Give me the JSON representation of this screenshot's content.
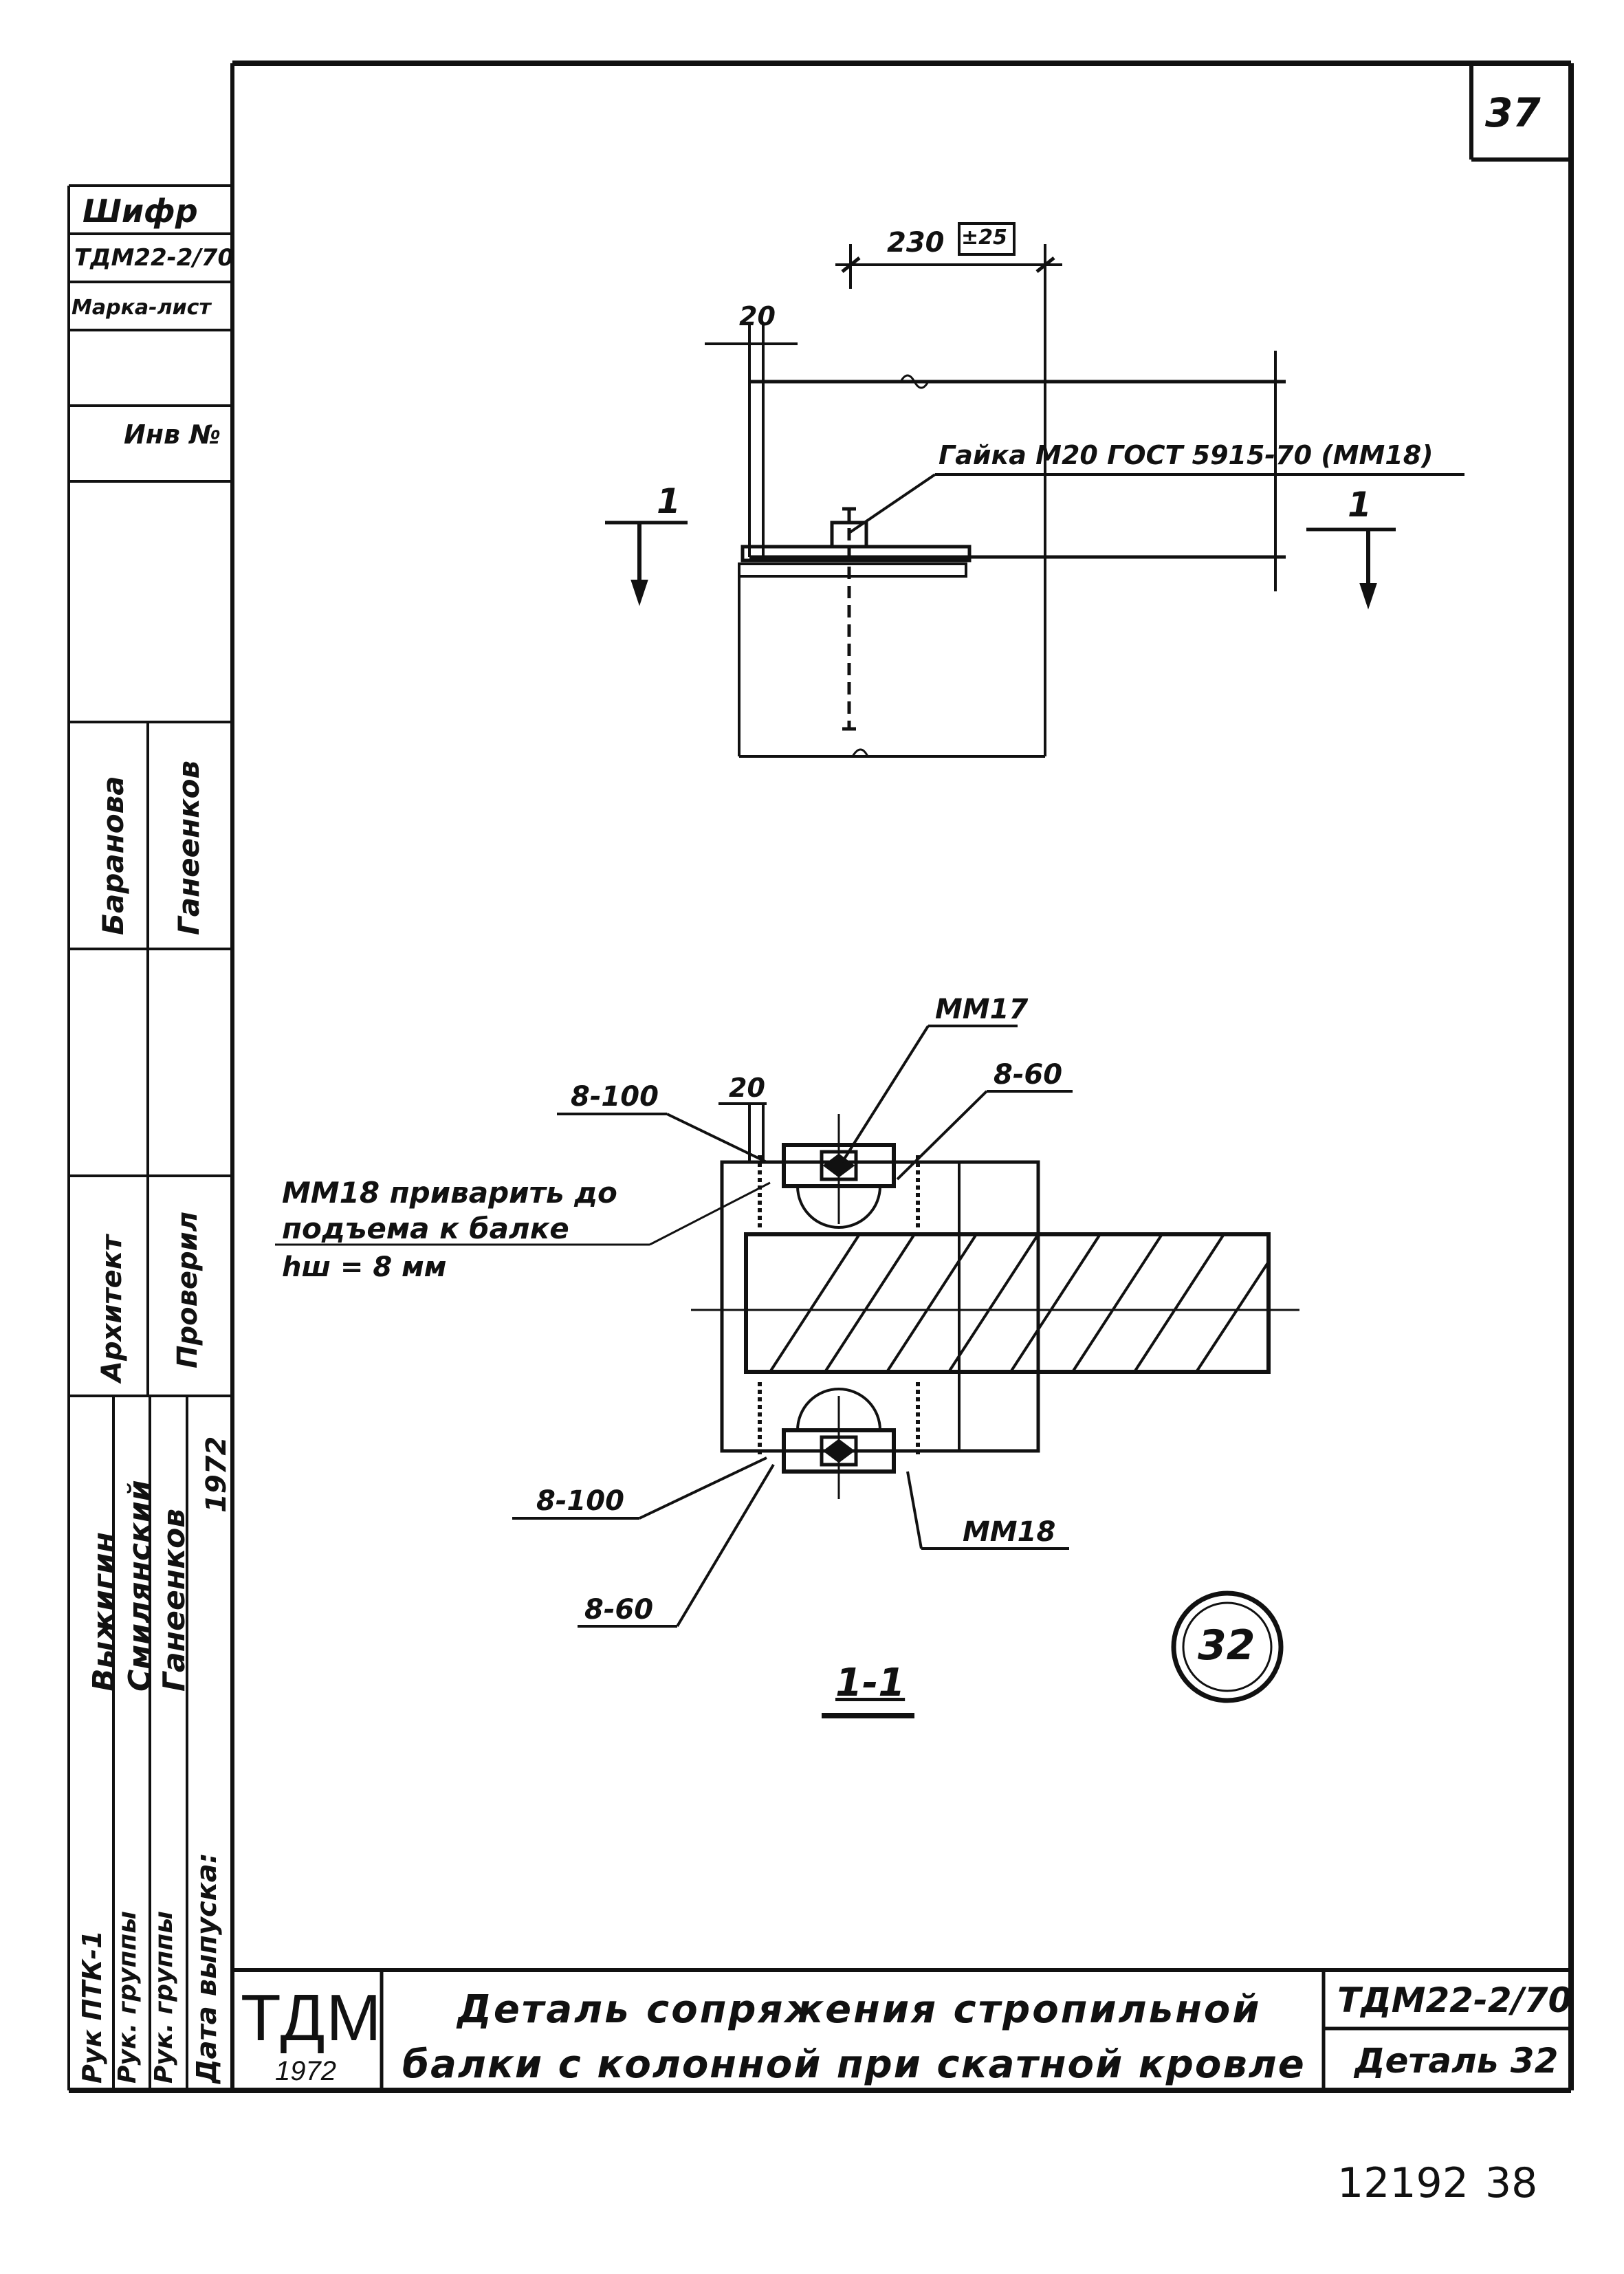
{
  "sheet_number": "37",
  "side_stamp": {
    "cipher_label": "Шифр",
    "cipher_value": "ТДМ22-2/70",
    "mark_sheet_label": "Марка-лист",
    "inv_label": "Инв №"
  },
  "side_signatures": {
    "row1_name": "Баранова",
    "row1_role": "Архитект",
    "row2_name": "Ганеенков",
    "row2_role": "Проверил",
    "row3_names": [
      "Выжигин",
      "Смилянский",
      "Ганеенков"
    ],
    "row3_year": "1972",
    "row3_roles": [
      "Рук ПТК-1",
      "Рук. группы",
      "Рук. группы",
      "Дата выпуска:"
    ]
  },
  "plan_view": {
    "dim_width": "230",
    "dim_tol": "±25",
    "dim_offset": "20",
    "nut_label": "Гайка М20 ГОСТ 5915-70 (ММ18)",
    "section_mark_left": "1",
    "section_mark_right": "1"
  },
  "section_view": {
    "mm17": "ММ17",
    "weld_8_100_top": "8-100",
    "dim_20": "20",
    "weld_8_60_top": "8-60",
    "note_line1": "ММ18 приварить до",
    "note_line2": "подъема к балке",
    "note_line3": "hш = 8 мм",
    "weld_8_100_bottom": "8-100",
    "mm18": "ММ18",
    "weld_8_60_bottom": "8-60",
    "section_title": "1-1",
    "detail_number": "32"
  },
  "title_block": {
    "logo": "ТДМ",
    "year": "1972",
    "title_line1": "Деталь сопряжения стропильной",
    "title_line2": "балки с колонной при скатной кровле",
    "code": "ТДМ22-2/70",
    "detail": "Деталь 32"
  },
  "footer": {
    "number": "12192",
    "page": "38"
  }
}
